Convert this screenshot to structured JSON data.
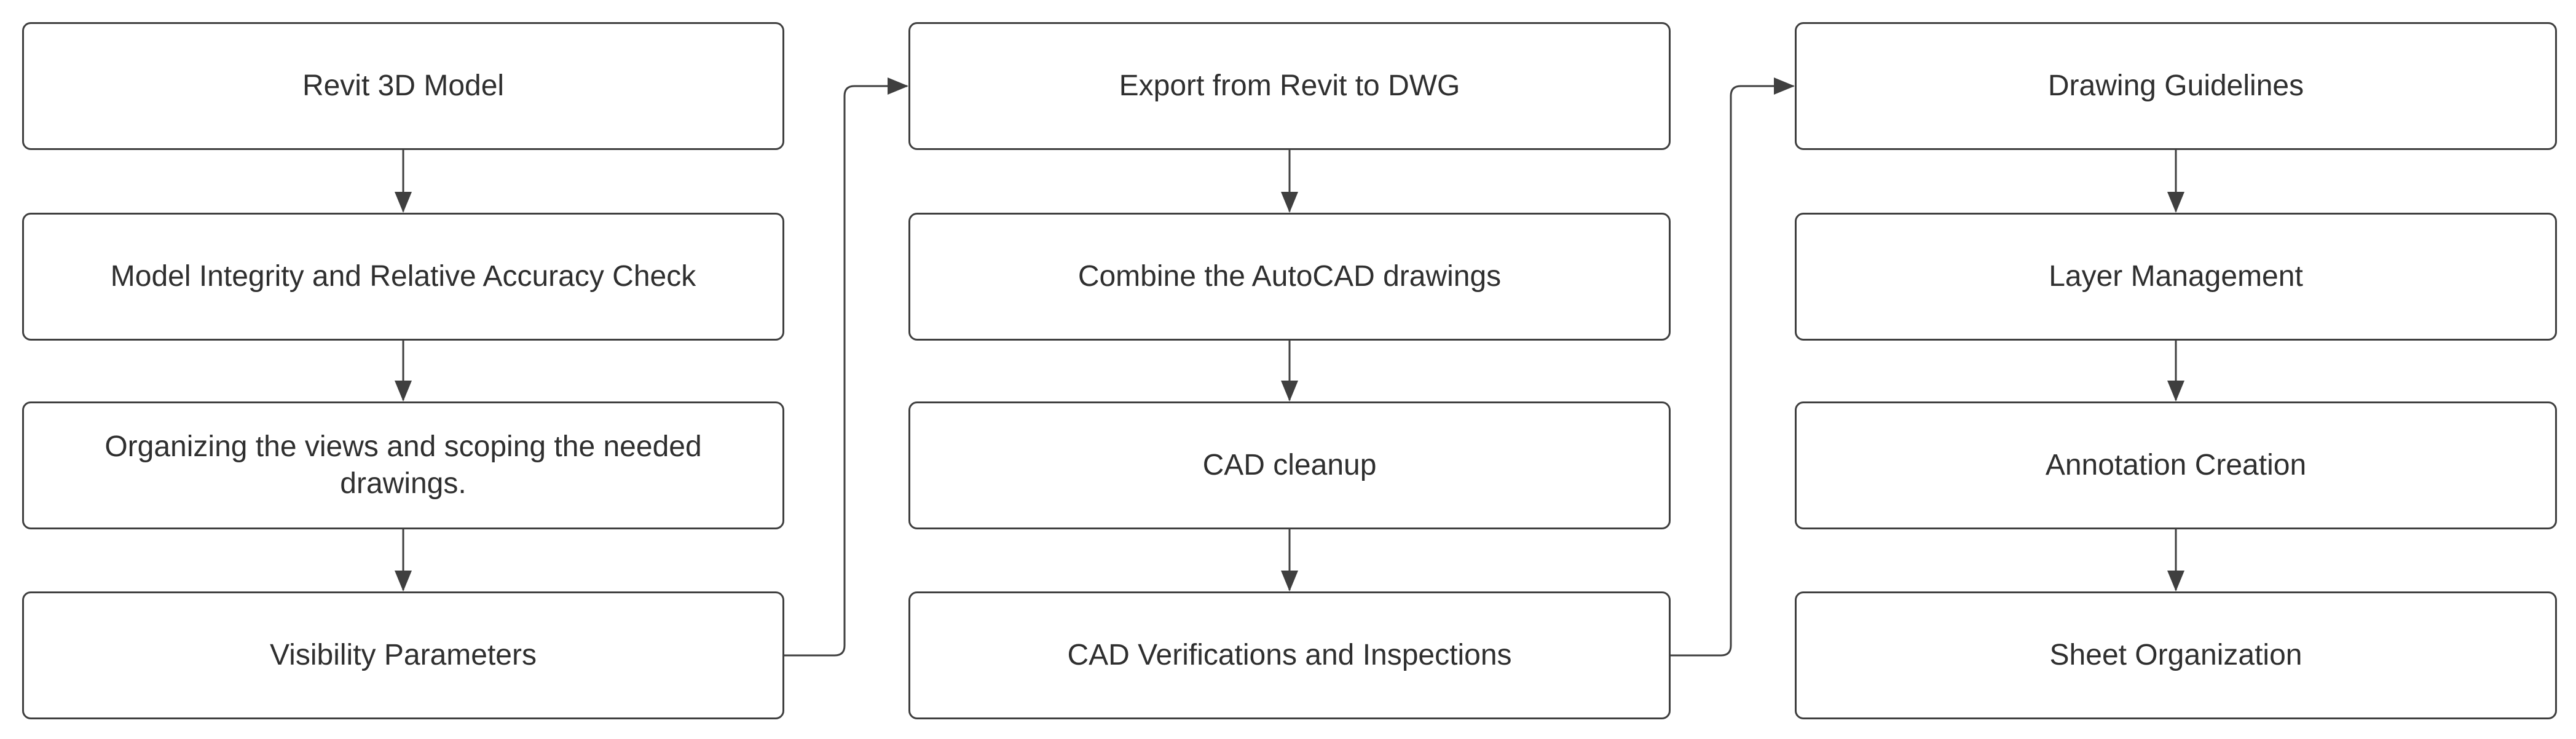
{
  "diagram": {
    "columns": [
      {
        "steps": [
          "Revit 3D Model",
          "Model Integrity and Relative Accuracy Check",
          "Organizing the views and scoping the needed drawings.",
          "Visibility Parameters"
        ]
      },
      {
        "steps": [
          "Export from Revit to DWG",
          "Combine the AutoCAD drawings",
          "CAD cleanup",
          "CAD Verifications and Inspections"
        ]
      },
      {
        "steps": [
          "Drawing Guidelines",
          "Layer Management",
          "Annotation Creation",
          "Sheet Organization"
        ]
      }
    ],
    "colors": {
      "box_border": "#3f3f3f",
      "connector": "#3f3f3f",
      "text": "#2f2f2f"
    }
  }
}
